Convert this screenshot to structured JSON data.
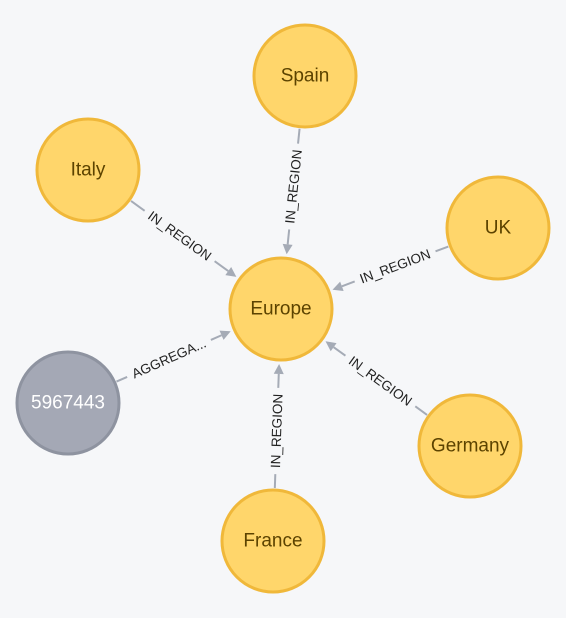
{
  "style": {
    "region_fill": "#ffd66b",
    "region_stroke": "#f0b83a",
    "region_text": "#5c4300",
    "aggregate_fill": "#a4a8b5",
    "aggregate_stroke": "#8e93a0",
    "aggregate_text": "#ffffff",
    "relationship_color": "#a5abb6"
  },
  "nodes": [
    {
      "id": "europe",
      "caption": "Europe",
      "kind": "region",
      "icon": "circle-node"
    },
    {
      "id": "spain",
      "caption": "Spain",
      "kind": "region",
      "icon": "circle-node"
    },
    {
      "id": "italy",
      "caption": "Italy",
      "kind": "region",
      "icon": "circle-node"
    },
    {
      "id": "uk",
      "caption": "UK",
      "kind": "region",
      "icon": "circle-node"
    },
    {
      "id": "germany",
      "caption": "Germany",
      "kind": "region",
      "icon": "circle-node"
    },
    {
      "id": "france",
      "caption": "France",
      "kind": "region",
      "icon": "circle-node"
    },
    {
      "id": "agg",
      "caption": "5967443",
      "kind": "aggregate",
      "icon": "circle-node"
    }
  ],
  "relationships": [
    {
      "id": "r-spain",
      "from": "spain",
      "to": "europe",
      "type": "IN_REGION"
    },
    {
      "id": "r-italy",
      "from": "italy",
      "to": "europe",
      "type": "IN_REGION"
    },
    {
      "id": "r-uk",
      "from": "uk",
      "to": "europe",
      "type": "IN_REGION"
    },
    {
      "id": "r-germany",
      "from": "germany",
      "to": "europe",
      "type": "IN_REGION"
    },
    {
      "id": "r-france",
      "from": "france",
      "to": "europe",
      "type": "IN_REGION"
    },
    {
      "id": "r-agg",
      "from": "agg",
      "to": "europe",
      "type": "AGGREGA..."
    }
  ]
}
